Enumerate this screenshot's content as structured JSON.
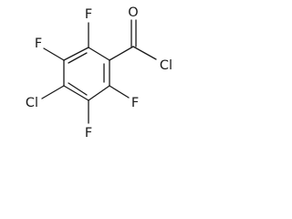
{
  "molecule": {
    "atoms": {
      "o1": "O",
      "cl1": "Cl",
      "f_top": "F",
      "f_left": "F",
      "cl2": "Cl",
      "f_right": "F",
      "f_bottom": "F"
    }
  },
  "colors": {
    "bond": "#1a1a1a",
    "text": "#1a1a1a",
    "background": "#ffffff"
  }
}
